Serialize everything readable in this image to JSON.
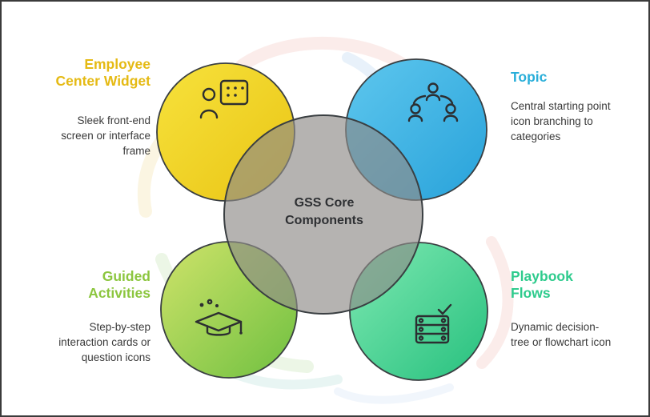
{
  "diagram": {
    "title": "GSS Core Components",
    "center_circle_color": "#8f8c88",
    "components": [
      {
        "id": "employee-center-widget",
        "label": "Employee Center Widget",
        "description": "Sleek front-end screen or interface frame",
        "accent_color": "#e5ba14",
        "circle_color": "#f2d62a",
        "icon": "widget-screen-icon"
      },
      {
        "id": "topic",
        "label": "Topic",
        "description": "Central starting point icon branching to categories",
        "accent_color": "#29aed9",
        "circle_color": "#3db2e2",
        "icon": "people-network-icon"
      },
      {
        "id": "guided-activities",
        "label": "Guided Activities",
        "description": "Step-by-step interaction cards or question icons",
        "accent_color": "#8cc63f",
        "circle_color": "#9fd14f",
        "icon": "graduation-cap-icon"
      },
      {
        "id": "playbook-flows",
        "label": "Playbook Flows",
        "description": "Dynamic decision-tree or flowchart icon",
        "accent_color": "#2ecb8d",
        "circle_color": "#4ed795",
        "icon": "flowchart-stack-icon"
      }
    ]
  }
}
